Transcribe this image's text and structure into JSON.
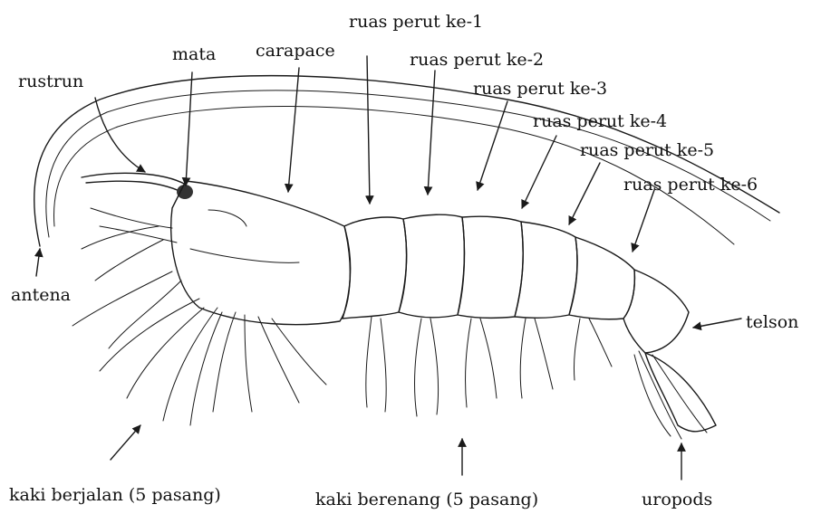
{
  "labels": {
    "ruas_perut_1": "ruas perut ke-1",
    "ruas_perut_2": "ruas perut ke-2",
    "ruas_perut_3": "ruas perut ke-3",
    "ruas_perut_4": "ruas perut ke-4",
    "ruas_perut_5": "ruas perut ke-5",
    "ruas_perut_6": "ruas perut ke-6",
    "mata": "mata",
    "rustrun": "rustrun",
    "carapace": "carapace",
    "antena": "antena",
    "telson": "telson",
    "kaki_berjalan": "kaki berjalan (5 pasang)",
    "kaki_berenang": "kaki berenang (5 pasang)",
    "uropods": "uropods"
  },
  "colors": {
    "ink": "#1a1a1a",
    "background": "#ffffff"
  }
}
